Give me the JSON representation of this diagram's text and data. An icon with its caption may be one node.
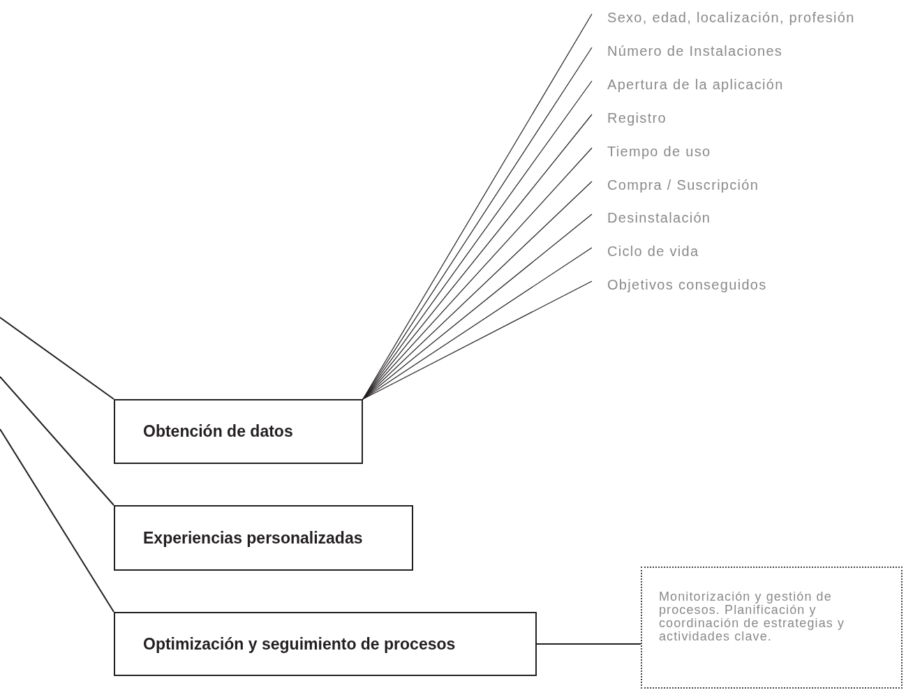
{
  "diagram": {
    "nodes": [
      {
        "text": [
          "Obtención de datos"
        ]
      },
      {
        "text": [
          "Experiencias personalizadas"
        ]
      },
      {
        "text": [
          "Optimización y seguimiento de procesos"
        ]
      },
      {
        "text": [
          "Sexo, edad, localización, profesión"
        ]
      },
      {
        "text": [
          "Número de Instalaciones"
        ]
      },
      {
        "text": [
          "Apertura de la aplicación"
        ]
      },
      {
        "text": [
          "Registro"
        ]
      },
      {
        "text": [
          "Tiempo de uso"
        ]
      },
      {
        "text": [
          "Compra / Suscripción"
        ]
      },
      {
        "text": [
          "Desinstalación"
        ]
      },
      {
        "text": [
          "Ciclo de vida"
        ]
      },
      {
        "text": [
          "Objetivos conseguidos"
        ]
      },
      {
        "text": [
          "Monitorización y gestión de procesos. Planificación y coordinación de estrategias y actividades clave."
        ]
      }
    ],
    "edges": [
      {
        "from": null,
        "to": 0,
        "arrow": "none"
      },
      {
        "from": null,
        "to": 1,
        "arrow": "none"
      },
      {
        "from": null,
        "to": 2,
        "arrow": "none"
      },
      {
        "from": 0,
        "to": 3,
        "arrow": "none"
      },
      {
        "from": 0,
        "to": 4,
        "arrow": "none"
      },
      {
        "from": 0,
        "to": 5,
        "arrow": "none"
      },
      {
        "from": 0,
        "to": 6,
        "arrow": "none"
      },
      {
        "from": 0,
        "to": 7,
        "arrow": "none"
      },
      {
        "from": 0,
        "to": 8,
        "arrow": "none"
      },
      {
        "from": 0,
        "to": 9,
        "arrow": "none"
      },
      {
        "from": 0,
        "to": 10,
        "arrow": "none"
      },
      {
        "from": 0,
        "to": 11,
        "arrow": "none"
      },
      {
        "from": 2,
        "to": 12,
        "arrow": "none"
      }
    ]
  }
}
